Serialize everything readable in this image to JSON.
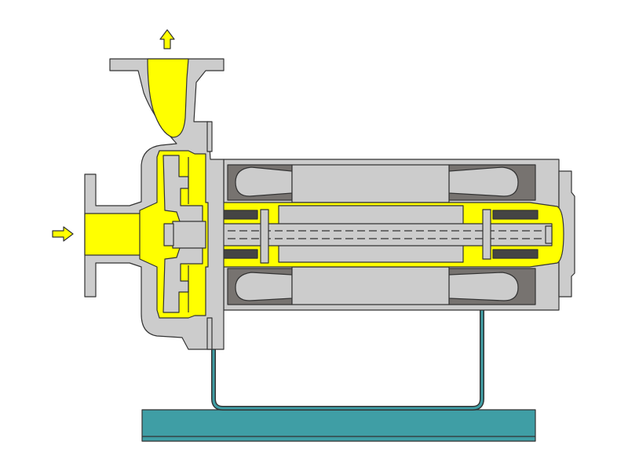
{
  "colors": {
    "background": "#ffffff",
    "casing": "#cccccc",
    "fluid": "#ffff00",
    "winding": "#777370",
    "bearing": "#444444",
    "base": "#3f9ea5",
    "outline": "#333333"
  },
  "parts": [
    "inlet-flange",
    "discharge-flange",
    "pump-casing",
    "impeller",
    "motor-housing",
    "stator-winding",
    "rotor",
    "shaft",
    "bearing",
    "thrust-disc",
    "end-cap",
    "support-frame",
    "base-plate",
    "flow-arrow-in",
    "flow-arrow-out"
  ]
}
